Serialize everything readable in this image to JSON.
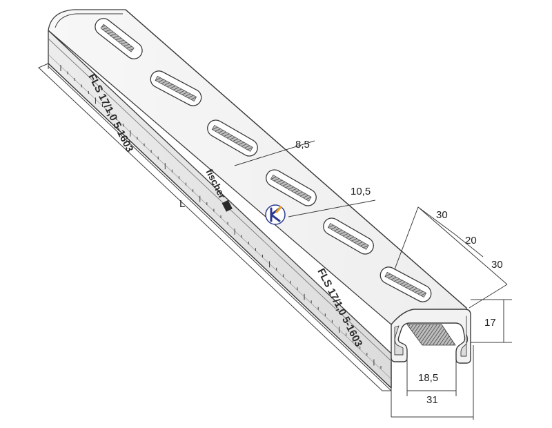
{
  "product": {
    "print_marking_top": "FLS 17/1,0 5-1603",
    "print_marking_bottom": "FLS 17/1,0 5-1603",
    "brand_mark": "fischer"
  },
  "dimensions": {
    "slot_width": "8,5",
    "slot_spacing": "10,5",
    "depth_a": "30",
    "depth_b": "20",
    "depth_c": "30",
    "height": "17",
    "opening_width": "18,5",
    "total_width": "31",
    "length": "L"
  },
  "colors": {
    "line": "#3a3a3a",
    "metal_light": "#f4f4f4",
    "metal_mid": "#e2e2e2",
    "metal_dark": "#c8c8c8",
    "logo_blue": "#2b3a8f",
    "logo_orange": "#f0a020"
  }
}
